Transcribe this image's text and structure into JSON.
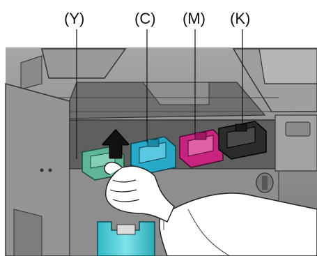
{
  "labels": {
    "yellow": "(Y)",
    "cyan": "(C)",
    "magenta": "(M)",
    "black": "(K)"
  },
  "colors": {
    "yellow_cartridge": "#5fb59a",
    "cyan_cartridge": "#27a9c9",
    "magenta_cartridge": "#c8237f",
    "black_cartridge": "#2b2b2b",
    "waste_bottle": "#3fc7d3",
    "printer_body": "#8c8c8c"
  },
  "icons": {
    "direction": "arrow-up-icon"
  }
}
